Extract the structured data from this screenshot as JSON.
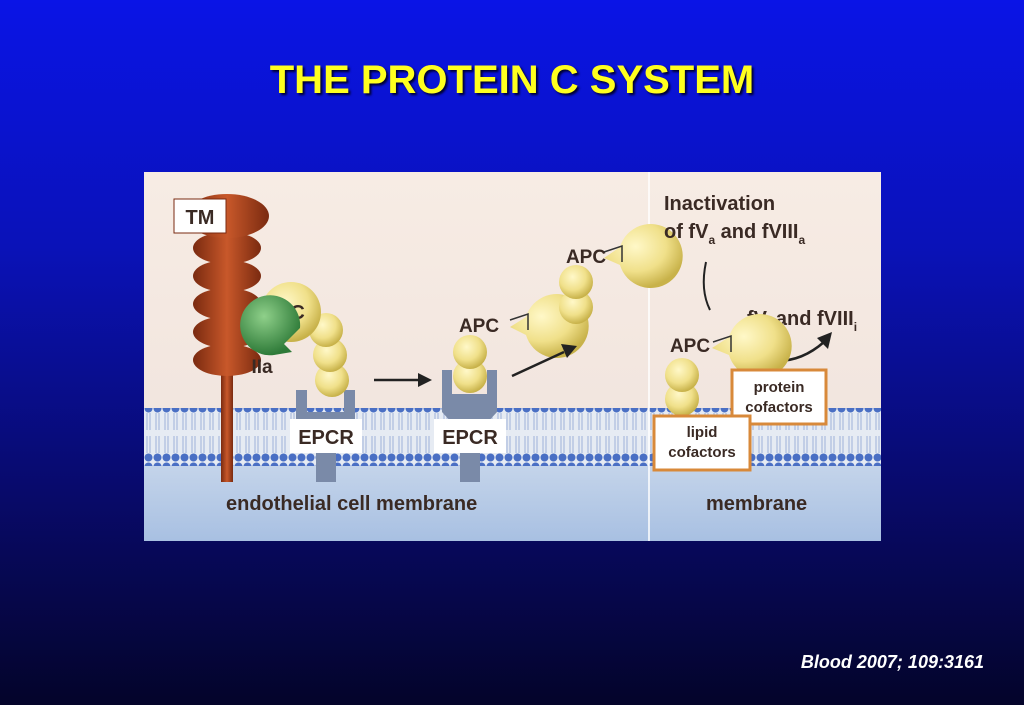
{
  "slide": {
    "title": "THE PROTEIN C SYSTEM",
    "citation": "Blood 2007; 109:3161"
  },
  "figure": {
    "labels": {
      "tm": "TM",
      "pc": "PC",
      "iia": "IIa",
      "epcr_left": "EPCR",
      "epcr_right": "EPCR",
      "apc_bound": "APC",
      "apc_free": "APC",
      "apc_membrane": "APC",
      "endothelial_membrane": "endothelial cell membrane",
      "membrane": "membrane",
      "inactivation_line1": "Inactivation",
      "inactivation_of": "of fV",
      "inactivation_sub_a1": "a",
      "inactivation_and": " and fVIII",
      "inactivation_sub_a2": "a",
      "product_fv": "fV",
      "product_sub_i1": "i",
      "product_and": " and fVIII",
      "product_sub_i2": "i",
      "protein_cofactors_1": "protein",
      "protein_cofactors_2": "cofactors",
      "lipid_cofactors_1": "lipid",
      "lipid_cofactors_2": "cofactors"
    },
    "colors": {
      "background_top": "#f7ece4",
      "membrane_band": "#dde4ef",
      "cytoplasm": "#b8cce6",
      "lipid_head": "#4a6fc4",
      "apc_yellow": "#f0e08a",
      "tm_brown": "#a8401c",
      "iia_green": "#3e9a4a",
      "epcr_gray": "#7a8aa8",
      "cofactor_border": "#d8893a"
    }
  }
}
